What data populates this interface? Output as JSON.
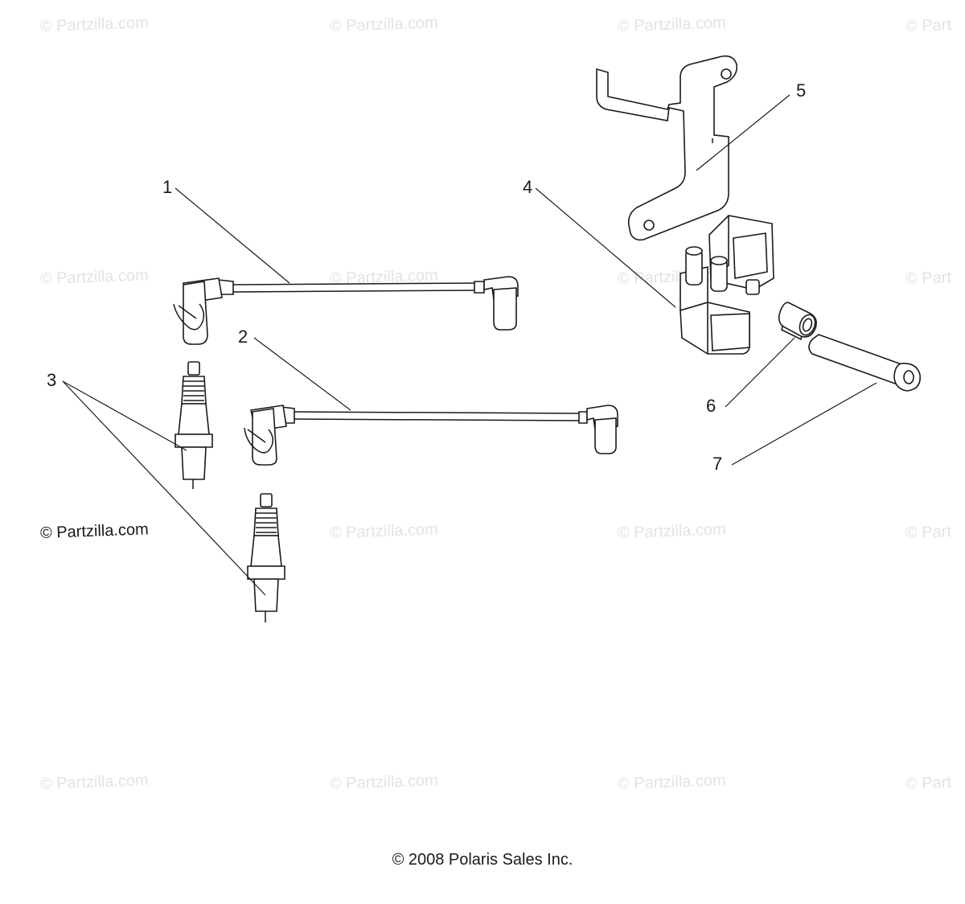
{
  "watermarks": {
    "text": "© Partzilla.com",
    "partial_text": "© Part",
    "emphasized_text": "© Partzilla.com"
  },
  "callouts": [
    "1",
    "2",
    "3",
    "4",
    "5",
    "6",
    "7"
  ],
  "copyright": "© 2008 Polaris Sales Inc.",
  "colors": {
    "line": "#1a1a1a",
    "watermark": "#e3e3e3",
    "background": "#ffffff"
  }
}
